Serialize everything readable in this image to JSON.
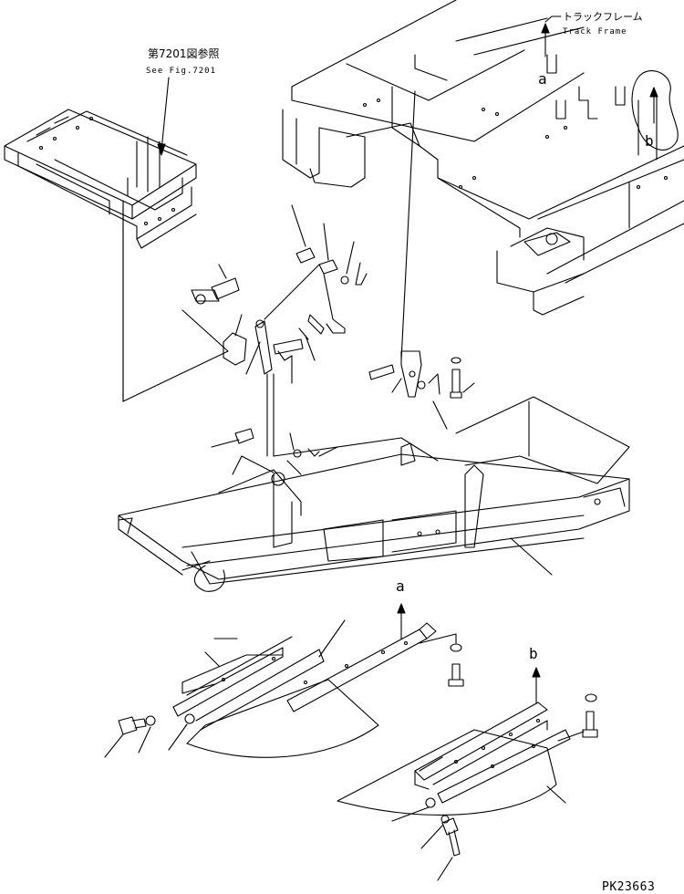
{
  "reference": {
    "see_fig_jp": "第7201図参照",
    "see_fig_en": "See Fig.7201"
  },
  "track_frame": {
    "label_jp": "トラックフレーム",
    "label_en": "Track Frame"
  },
  "markers": {
    "a_top": "a",
    "b_top": "b",
    "a_bottom": "a",
    "b_bottom": "b"
  },
  "part_code": "PK23663",
  "colors": {
    "ink": "#000000",
    "paper": "#ffffff"
  }
}
